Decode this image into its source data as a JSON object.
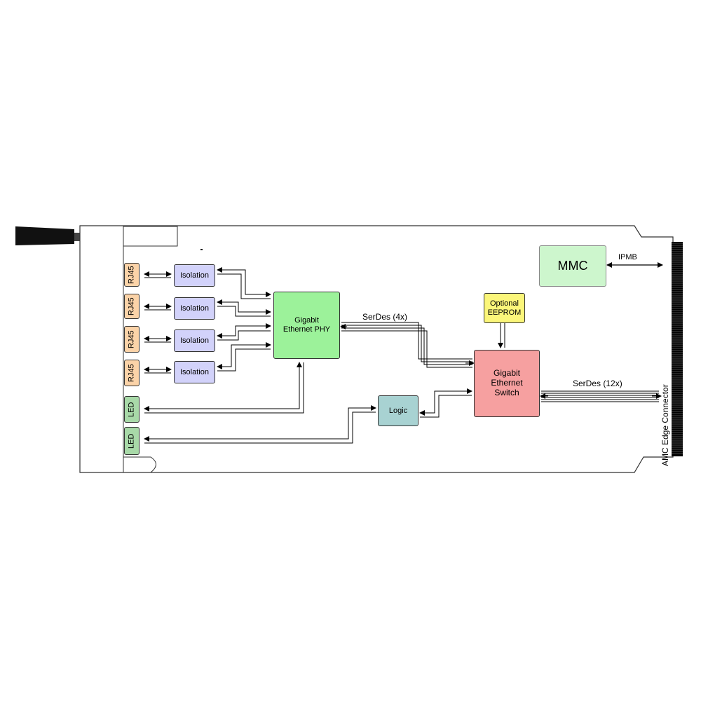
{
  "colors": {
    "rj45": "#fbd3a8",
    "isolation": "#d2d2fa",
    "phy": "#9cf29a",
    "switch": "#f6a0a0",
    "eeprom": "#fbf67a",
    "logic": "#a8d2d2",
    "led": "#a8d9a8",
    "mmc": "#cdf6cd",
    "board_outline": "#333333",
    "connector": "#000000"
  },
  "blocks": {
    "rj45_label": "RJ45",
    "isolation_label": "Isolation",
    "led_label": "LED",
    "phy_label": "Gigabit\nEthernet PHY",
    "switch_label": "Gigabit\nEthernet\nSwitch",
    "eeprom_label": "Optional\nEEPROM",
    "logic_label": "Logic",
    "mmc_label": "MMC"
  },
  "links": {
    "serdes_phy": "SerDes (4x)",
    "serdes_switch": "SerDes (12x)",
    "ipmb": "IPMB"
  },
  "connector_label": "AMC Edge Connector"
}
